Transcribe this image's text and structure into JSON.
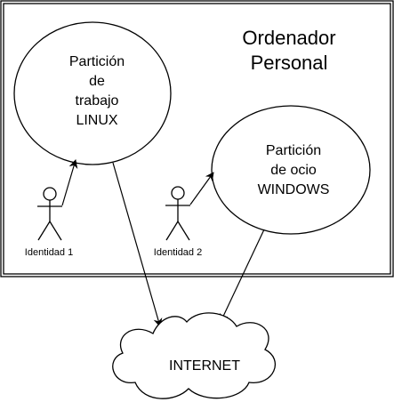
{
  "pc": {
    "title_line1": "Ordenador",
    "title_line2": "Personal"
  },
  "linux_partition": {
    "line1": "Partición",
    "line2": "de",
    "line3": "trabajo",
    "line4": "LINUX"
  },
  "windows_partition": {
    "line1": "Partición",
    "line2": "de ocio",
    "line3": "WINDOWS"
  },
  "actors": {
    "identity1": "Identidad 1",
    "identity2": "Identidad 2"
  },
  "internet": {
    "label": "INTERNET"
  },
  "colors": {
    "stroke": "#000000",
    "fill": "#ffffff"
  }
}
